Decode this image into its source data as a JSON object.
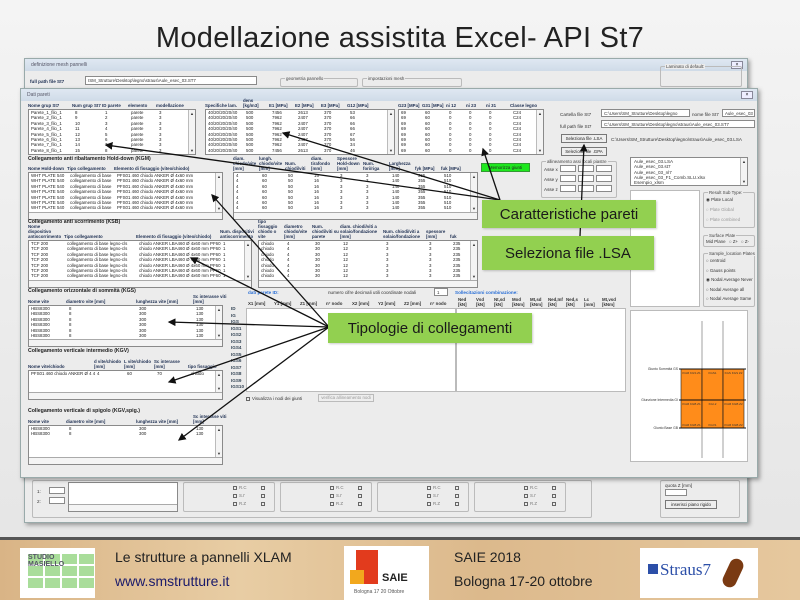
{
  "slide": {
    "title": "Modellazione assistita Excel- API St7"
  },
  "back_window": {
    "title": "definizione mesh pannelli",
    "full_path_label": "full path file St7",
    "full_path_value": "ISM_Strutture\\Desktop\\legno\\straus\\Aule_esec_03.ST7",
    "geometria_label": "geometria pannello",
    "impostazioni_label": "impostazioni mesh",
    "laminato_label": "Laminato di default:",
    "row_labels": [
      "1:",
      "2:"
    ],
    "check_labels": [
      "R.C",
      "S.I'",
      "R.Z"
    ],
    "quota_label": "quota  Z [mm]",
    "insert_button": "inserisci piano rigido"
  },
  "front_window": {
    "title": "Dati pareti",
    "pareti": {
      "headers": [
        "Nome grup St7",
        "Num grup St7",
        "ID parete",
        "elemento",
        "modellazione"
      ],
      "rows": [
        [
          "Parete_1_filo_1",
          "8",
          "1",
          "parete",
          "3"
        ],
        [
          "Parete_2_filo_1",
          "9",
          "2",
          "parete",
          "3"
        ],
        [
          "Parete_3_filo_1",
          "10",
          "3",
          "parete",
          "3"
        ],
        [
          "Parete_4_filo_1",
          "11",
          "4",
          "parete",
          "3"
        ],
        [
          "Parete_5_filo_1",
          "12",
          "5",
          "parete",
          "3"
        ],
        [
          "Parete_6_filo_1",
          "13",
          "6",
          "parete",
          "3"
        ],
        [
          "Parete_7_filo_1",
          "14",
          "7",
          "parete",
          "3"
        ],
        [
          "Parete_8_filo_1",
          "15",
          "8",
          "parete",
          "3"
        ]
      ]
    },
    "spec": {
      "headers": [
        "Specifiche lam.",
        "dens [kg/m3]",
        "E1 [MPa]",
        "E2 [MPa]",
        "E3 [MPa]",
        "G12 [MPa]"
      ],
      "rows": [
        [
          "40/20/20/20/40",
          "500",
          "7456",
          "2613",
          "370",
          "53"
        ],
        [
          "40/20/20/20/40",
          "500",
          "7962",
          "2407",
          "370",
          "66"
        ],
        [
          "40/20/20/20/40",
          "500",
          "7962",
          "2407",
          "370",
          "66"
        ],
        [
          "40/20/20/20/40",
          "500",
          "7962",
          "2407",
          "370",
          "66"
        ],
        [
          "40/20/20/20/40",
          "500",
          "7962",
          "2407",
          "370",
          "67"
        ],
        [
          "40/20/20/20/40",
          "500",
          "7962",
          "2407",
          "370",
          "56"
        ],
        [
          "40/20/20/20/40",
          "500",
          "7962",
          "2407",
          "370",
          "34"
        ],
        [
          "40/20/20/20/40",
          "500",
          "7456",
          "2613",
          "370",
          "46"
        ]
      ]
    },
    "props": {
      "headers": [
        "G23 [MPa]",
        "G31 [MPa]",
        "ni 12",
        "ni 23",
        "ni 31",
        "Classe legno"
      ],
      "rows": [
        [
          "69",
          "60",
          "0",
          "0",
          "0",
          "C24"
        ],
        [
          "69",
          "60",
          "0",
          "0",
          "0",
          "C24"
        ],
        [
          "69",
          "60",
          "0",
          "0",
          "0",
          "C24"
        ],
        [
          "69",
          "60",
          "0",
          "0",
          "0",
          "C24"
        ],
        [
          "69",
          "60",
          "0",
          "0",
          "0",
          "C24"
        ],
        [
          "69",
          "60",
          "0",
          "0",
          "0",
          "C24"
        ],
        [
          "69",
          "60",
          "0",
          "0",
          "0",
          "C24"
        ],
        [
          "69",
          "60",
          "0",
          "0",
          "0",
          "C24"
        ]
      ]
    },
    "files": {
      "folder_label": "Cartella file St7",
      "folder_value": "C:\\Users\\SM_Strutture\\Desktop\\legno",
      "name_label": "nome file St7",
      "name_value": "Aule_esec_03",
      "full_path_label": "full path file St7",
      "full_path_value": "C:\\Users\\SM_Strutture\\Desktop\\legno\\straus\\Aule_esec_03.ST7",
      "lsa_button": "Seleziona file .LSA",
      "lsa_path": "C:\\Users\\SM_Strutture\\Desktop\\legno\\straus\\Aule_esec_03.LSA",
      "gpa_button": "Seleziona file .GPA"
    },
    "green_button": "Memorizza giunti",
    "align": {
      "label": "allineamento assi locali piastre",
      "rows": [
        "Asse x",
        "Asse y",
        "Asse z"
      ]
    },
    "file_list": [
      "Aule_esec_03.LSA",
      "Aule_esec_03.st7",
      "Aule_esec_03_nl7",
      "Aule_esec_03_F1_Comb.SLU.xlsx",
      "Esempio_xlsm"
    ],
    "result_type": {
      "label": "Result Sub Type:",
      "options": [
        "Plate Local",
        "Plate Global",
        "Plate combined"
      ],
      "selected": 0
    },
    "surface": {
      "label": "Surface Plate",
      "options": [
        "Mid Plane",
        "Z+",
        "Z-"
      ]
    },
    "sample": {
      "label": "Sample_location Plates",
      "options": [
        "centroid",
        "Gauss points",
        "Nodal Average Never",
        "Nodal Average all",
        "Nodal Average Same"
      ],
      "selected": 2
    },
    "hold_down": {
      "title": "Collegamento anti ribaltamento Hold-down (KGM)",
      "headers": [
        "Nome Hold-down",
        "Tipo collegamento",
        "Elemento di fissaggio (viteo/chiodo)"
      ],
      "rows": [
        [
          "WHT PLATE 540",
          "collegamento di base",
          "PFS01 460 chiodo ANKER Ø 4x60 mm"
        ],
        [
          "WHT PLATE 540",
          "collegamento di base",
          "PFS01 460 chiodo ANKER Ø 4x60 mm"
        ],
        [
          "WHT PLATE 540",
          "collegamento di base",
          "PFS01 460 chiodo ANKER Ø 4x60 mm"
        ],
        [
          "WHT PLATE 540",
          "collegamento di base",
          "PFS01 460 chiodo ANKER Ø 4x60 mm"
        ],
        [
          "WHT PLATE 540",
          "collegamento di base",
          "PFS01 460 chiodo ANKER Ø 4x60 mm"
        ],
        [
          "WHT PLATE 540",
          "collegamento di base",
          "PFS01 460 chiodo ANKER Ø 4x60 mm"
        ],
        [
          "WHT PLATE 540",
          "collegamento di base",
          "PFS01 460 chiodo ANKER Ø 4x60 mm"
        ]
      ]
    },
    "hold_props": {
      "headers": [
        "diam. chiodo/vite [mm]",
        "lungh. chiodo/vite [mm]",
        "Num. chiodi/viti",
        "diam. tirafondo [mm]",
        "Spessore Hold-down [mm]",
        "Num. fori/riga",
        "Larghezza [mm]",
        "fyk [MPa]",
        "fuk [MPa]"
      ],
      "rows": [
        [
          "4",
          "60",
          "50",
          "16",
          "3",
          "3",
          "140",
          "355",
          "510"
        ],
        [
          "4",
          "60",
          "50",
          "16",
          "3",
          "3",
          "140",
          "355",
          "510"
        ],
        [
          "4",
          "60",
          "50",
          "16",
          "3",
          "3",
          "140",
          "355",
          "510"
        ],
        [
          "4",
          "60",
          "50",
          "16",
          "3",
          "3",
          "140",
          "355",
          "510"
        ],
        [
          "4",
          "60",
          "50",
          "16",
          "3",
          "3",
          "140",
          "355",
          "510"
        ],
        [
          "4",
          "60",
          "50",
          "16",
          "3",
          "3",
          "140",
          "355",
          "510"
        ],
        [
          "4",
          "60",
          "50",
          "16",
          "3",
          "3",
          "140",
          "355",
          "510"
        ]
      ]
    },
    "shear": {
      "title": "Collegamento anti scorrimento (KSB)",
      "headers": [
        "Nome dispositivo antiscorrimento",
        "Tipo collegamento",
        "Elemento di fissaggio (viteo/chiodo)",
        "Num. dispositivi antiscorrimento"
      ],
      "rows": [
        [
          "TCF 200",
          "collegamento di base legno-cls",
          "chiodo ANKER LBA460 Ø 4x60 mm PF60",
          "1"
        ],
        [
          "TCF 200",
          "collegamento di base legno-cls",
          "chiodo ANKER LBA460 Ø 4x60 mm PF60",
          "1"
        ],
        [
          "TCF 200",
          "collegamento di base legno-cls",
          "chiodo ANKER LBA460 Ø 4x60 mm PF60",
          "1"
        ],
        [
          "TCF 200",
          "collegamento di base legno-cls",
          "chiodo ANKER LBA460 Ø 4x60 mm PF60",
          "1"
        ],
        [
          "TCF 200",
          "collegamento di base legno-cls",
          "chiodo ANKER LBA460 Ø 4x60 mm PF60",
          "1"
        ],
        [
          "TCF 200",
          "collegamento di base legno-cls",
          "chiodo ANKER LBA460 Ø 4x60 mm PF60",
          "1"
        ],
        [
          "TCF 200",
          "collegamento di base legno-cls",
          "chiodo ANKER LBA460 Ø 4x60 mm PF60",
          "1"
        ]
      ]
    },
    "shear_props": {
      "headers": [
        "tipo fissaggio chiodo o vite",
        "diametro chiodo/vite [mm]",
        "Num. chiodi/viti su parete",
        "diam. chiodi/viti a solaio/fondazione [mm]",
        "Num. chiodi/viti a solaio/fondazione",
        "spessore [mm]",
        "fuk"
      ],
      "rows": [
        [
          "chiodo",
          "4",
          "30",
          "12",
          "3",
          "3",
          "235"
        ],
        [
          "chiodo",
          "4",
          "30",
          "12",
          "3",
          "3",
          "235"
        ],
        [
          "chiodo",
          "4",
          "30",
          "12",
          "3",
          "3",
          "235"
        ],
        [
          "chiodo",
          "4",
          "30",
          "12",
          "3",
          "3",
          "235"
        ],
        [
          "chiodo",
          "4",
          "30",
          "12",
          "3",
          "3",
          "235"
        ],
        [
          "chiodo",
          "4",
          "30",
          "12",
          "3",
          "3",
          "235"
        ],
        [
          "chiodo",
          "4",
          "30",
          "12",
          "3",
          "3",
          "235"
        ]
      ]
    },
    "top": {
      "title": "Collegamento orizzontale di sommità (KGS)",
      "headers": [
        "Nome vite",
        "diametro vite [mm]",
        "lunghezza vite [mm]",
        "Sc interasse viti [mm]"
      ],
      "rows": [
        [
          "HBS8300",
          "8",
          "300",
          "130"
        ],
        [
          "HBS8300",
          "8",
          "300",
          "130"
        ],
        [
          "HBS8300",
          "8",
          "300",
          "130"
        ],
        [
          "HBS8300",
          "8",
          "300",
          "130"
        ],
        [
          "HBS8300",
          "8",
          "300",
          "130"
        ],
        [
          "HBS8300",
          "8",
          "300",
          "130"
        ]
      ]
    },
    "mid": {
      "title": "Collegamento verticale intermedio (KGV)",
      "headers": [
        "Nome vite/chiodo",
        "d vite/chiodo [mm]",
        "L vite/chiodo [mm]",
        "Sc interasse [mm]",
        "tipo fissaggio"
      ],
      "rows": [
        [
          "PFS01 460 chiodo ANKER Ø 4 4",
          "4",
          "60",
          "70",
          "chiodo"
        ]
      ]
    },
    "edge": {
      "title": "Collegamento verticale di spigolo (KGV,spig.)",
      "headers": [
        "Nome vite",
        "diametro vite [mm]",
        "lunghezza vite [mm]",
        "Sc interasse viti [mm]"
      ],
      "rows": [
        [
          "HBS8300",
          "8",
          "300",
          "130"
        ],
        [
          "HBS8300",
          "8",
          "300",
          "130"
        ]
      ]
    },
    "wall_ids": [
      "ID",
      "IG",
      "IGS",
      "IGS1",
      "IGS2",
      "IGS3",
      "IGS4",
      "IGS5",
      "IGS6",
      "IGS7",
      "IGS8",
      "IGS9",
      "IGS10"
    ],
    "nodes": {
      "title": "dati parete ID:",
      "decimals_label": "numero cifre decimali utili coordinate nodali",
      "decimals_value": "1",
      "headers": [
        "X1 [mm]",
        "Y1 [mm]",
        "Z1 [mm]",
        "n° nodo",
        "X2 [mm]",
        "Y2 [mm]",
        "Z2 [mm]",
        "n° nodo"
      ]
    },
    "combo": {
      "title": "Sollecitazioni combinazione:",
      "headers": [
        "Ned [kN]",
        "Vsd [kN]",
        "Nt,sd [kN]",
        "Mod [kNm]",
        "Mt,sd [kNm]",
        "Ned,Inf [kN]",
        "Ned,s [kN]",
        "Lc [mm]",
        "Mt,vsd [kNm]"
      ]
    },
    "show_nodes_label": "Visualizza i nodi dei giunti",
    "verify_button": "verifica allineamento nodi",
    "diagram": {
      "top_label": "Giunto Sommità GS",
      "mid_label": "Giunzione Intermedia GI",
      "bot_label": "Giunto Base GB",
      "cells": [
        "KGM KGS Z1",
        "KGS1",
        "KGS KGS Z2",
        "KGM KGB Z1",
        "KGI-2",
        "KGM KGB Z2",
        "KGM KGB Z1",
        "KGV1",
        "KGM KGB Z2"
      ],
      "fill": "#ff8c1a"
    }
  },
  "callouts": {
    "caratteristiche": "Caratteristiche pareti",
    "seleziona": "Seleziona file .LSA",
    "tipologie": "Tipologie di collegamenti",
    "color": "#92d050"
  },
  "footer": {
    "logo_studio": "STUDIO MASIELLO STRUTTURE",
    "line1": "Le strutture a pannelli XLAM",
    "url": "www.smstrutture.it",
    "saie_logo": "SAIE",
    "saie_logo_sub": "Bologna 17 20 Ottobre",
    "saie_title": "SAIE 2018",
    "saie_dates": "Bologna 17-20 ottobre",
    "straus_logo": "Straus7"
  }
}
